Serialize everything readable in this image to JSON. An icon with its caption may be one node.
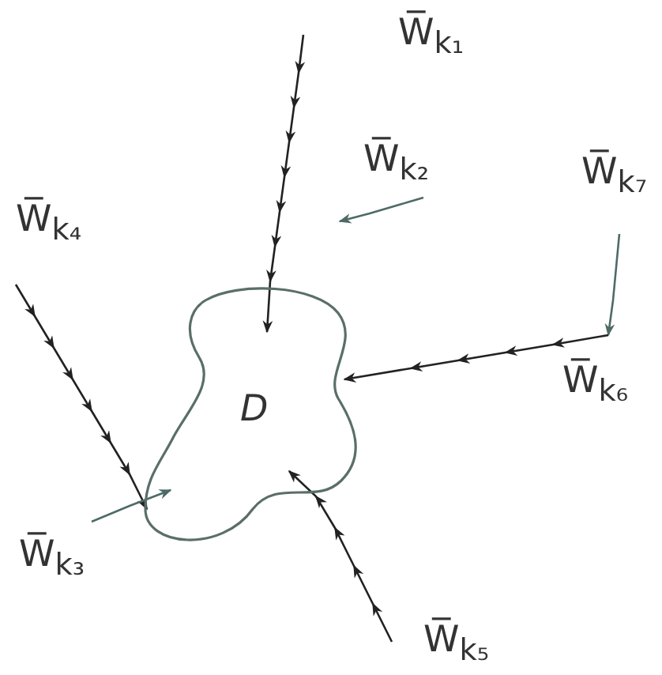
{
  "diagram": {
    "nodes": [
      {
        "text": [
          "D"
        ]
      },
      {
        "text": [
          "W̅$_{k₁}$"
        ]
      },
      {
        "text": [
          "W̅$_{k₂}$"
        ]
      },
      {
        "text": [
          "W̅$_{k₇}$"
        ]
      },
      {
        "text": [
          "W̅$_{k₆}$"
        ]
      },
      {
        "text": [
          "W̅$_{k₄}$"
        ]
      },
      {
        "text": [
          "W̅$_{k₃}$"
        ]
      },
      {
        "text": [
          "W̅$_{k₅}$"
        ]
      }
    ],
    "edges": [
      {
        "from": 1,
        "to": 0,
        "arrow": "to"
      },
      {
        "from": 2,
        "to": null,
        "arrow": "to",
        "color": "#4d6b66"
      },
      {
        "from": 3,
        "to": 4,
        "arrow": "to",
        "color": "#4d6b66"
      },
      {
        "from": 4,
        "to": 0,
        "arrow": "to"
      },
      {
        "from": 5,
        "to": 0,
        "arrow": "to"
      },
      {
        "from": 6,
        "to": 0,
        "arrow": "to",
        "color": "#4d6b66"
      },
      {
        "from": 7,
        "to": 0,
        "arrow": "to"
      }
    ]
  }
}
